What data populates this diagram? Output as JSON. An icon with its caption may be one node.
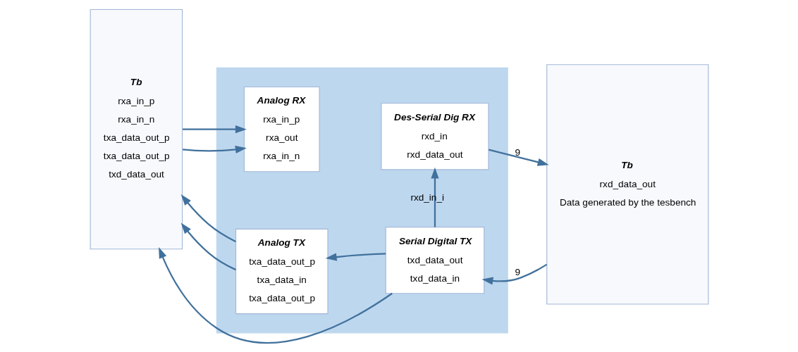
{
  "diagram": {
    "nodes": [
      {
        "text": [
          "Tb",
          "rxa_in_p",
          "rxa_in_n",
          "txa_data_out_p",
          "txa_data_out_p",
          "txd_data_out"
        ]
      },
      {
        "text": [],
        "shape": "box"
      },
      {
        "text": [
          "Analog RX",
          "rxa_in_p",
          "rxa_out",
          "rxa_in_n"
        ],
        "in": 1
      },
      {
        "text": [
          "Des-Serial Dig RX",
          "rxd_in",
          "rxd_data_out"
        ],
        "in": 1
      },
      {
        "text": [
          "Analog TX",
          "txa_data_out_p",
          "txa_data_in",
          "txa_data_out_p"
        ],
        "in": 1
      },
      {
        "text": [
          "Serial Digital TX",
          "txd_data_out",
          "txd_data_in"
        ],
        "in": 1
      },
      {
        "text": [
          "Tb",
          "rxd_data_out",
          "Data generated by the tesbench"
        ]
      }
    ],
    "edges": [
      {
        "from": 0,
        "to": 2,
        "arrow": "to"
      },
      {
        "from": 0,
        "to": 2,
        "arrow": "to"
      },
      {
        "from": 5,
        "to": 3,
        "arrow": "to",
        "label": "rxd_in_i"
      },
      {
        "from": 3,
        "to": 6,
        "arrow": "to",
        "label": "9"
      },
      {
        "from": 4,
        "to": 0,
        "arrow": "to"
      },
      {
        "from": 5,
        "to": 4,
        "arrow": "to"
      },
      {
        "from": 4,
        "to": 0,
        "arrow": "to"
      },
      {
        "from": 5,
        "to": 0,
        "arrow": "to"
      },
      {
        "from": 6,
        "to": 5,
        "arrow": "to",
        "label": "9"
      }
    ]
  }
}
